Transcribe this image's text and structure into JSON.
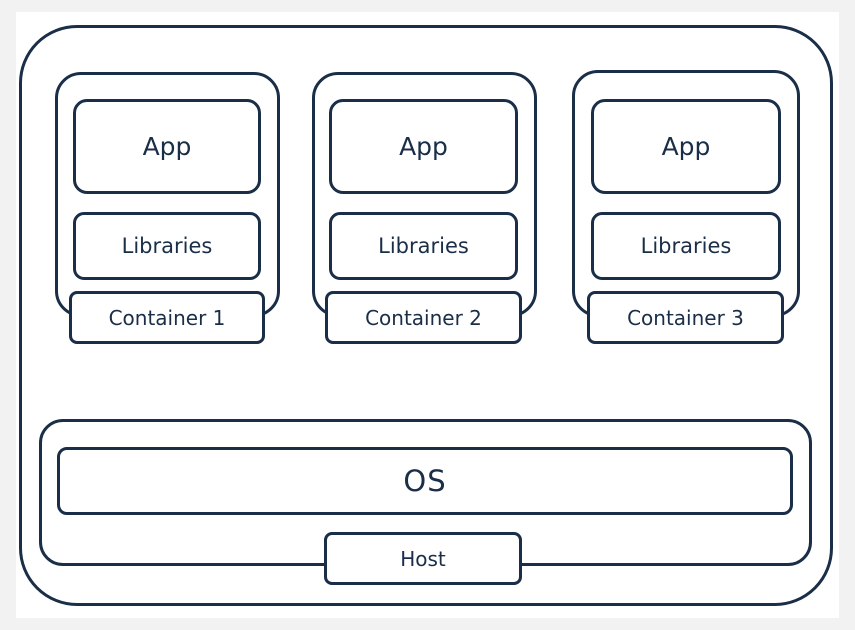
{
  "containers": [
    {
      "app_label": "App",
      "lib_label": "Libraries",
      "name": "Container 1"
    },
    {
      "app_label": "App",
      "lib_label": "Libraries",
      "name": "Container 2"
    },
    {
      "app_label": "App",
      "lib_label": "Libraries",
      "name": "Container 3"
    }
  ],
  "os_label": "OS",
  "host_label": "Host",
  "colors": {
    "stroke": "#1a2e48",
    "background": "#ffffff"
  }
}
